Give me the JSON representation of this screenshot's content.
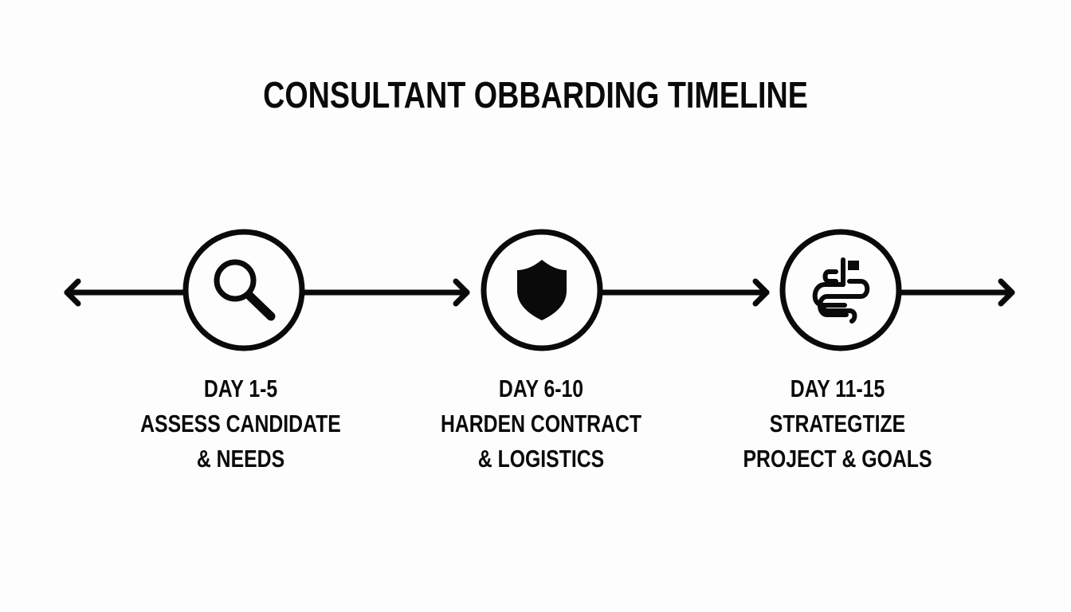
{
  "title": "CONSULTANT OBBARDING TIMELINE",
  "colors": {
    "ink": "#0a0a0a",
    "background": "#fdfdfd"
  },
  "steps": [
    {
      "day": "DAY 1-5",
      "line1": "ASSESS CANDIDATE",
      "line2": "& NEEDS",
      "icon": "magnifying-glass-icon"
    },
    {
      "day": "DAY 6-10",
      "line1": "HARDEN CONTRACT",
      "line2": "& LOGISTICS",
      "icon": "shield-icon"
    },
    {
      "day": "DAY 11-15",
      "line1": "STRATEGTIZE",
      "line2": "PROJECT & GOALS",
      "icon": "winding-path-flag-icon"
    }
  ]
}
